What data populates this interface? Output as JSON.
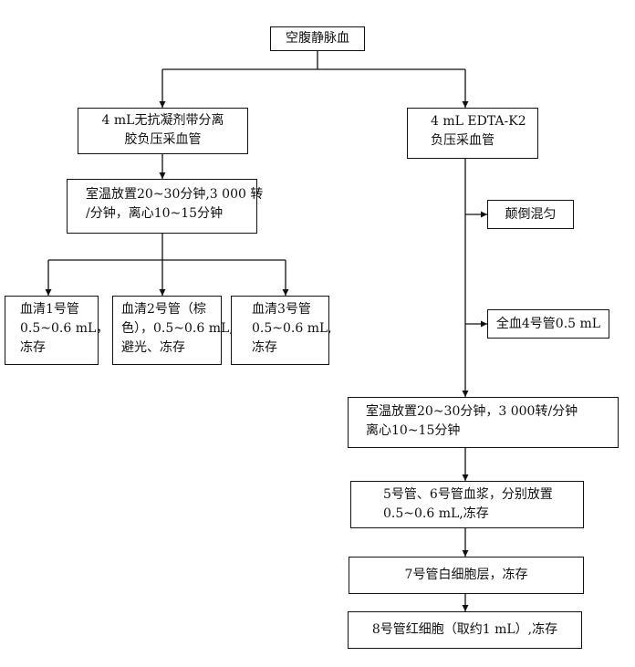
{
  "nodes": {
    "root": [
      "空腹静脉血"
    ],
    "left_tube": [
      "4  mL无抗凝剂带分离",
      "胶负压采血管"
    ],
    "right_tube": [
      "4 mL EDTA-K2",
      "负压采血管"
    ],
    "left_centrifuge": [
      "室温放置20~30分钟,3 000 转",
      "/分钟，离心10~15分钟"
    ],
    "serum1": [
      "血清1号管",
      "0.5~0.6 mL，",
      "冻存"
    ],
    "serum2": [
      "血清2号管（棕",
      "色），0.5~0.6 mL,",
      "避光、冻存"
    ],
    "serum3": [
      "血清3号管",
      "0.5~0.6 mL,",
      "冻存"
    ],
    "invert": [
      "颠倒混匀"
    ],
    "whole_blood": [
      "全血4号管0.5 mL"
    ],
    "right_centrifuge": [
      "室温放置20~30分钟，3 000转/分钟",
      "离心10~15分钟"
    ],
    "plasma": [
      "5号管、6号管血浆，分别放置",
      "0.5~0.6 mL,冻存"
    ],
    "buffy": [
      "7号管白细胞层，冻存"
    ],
    "rbc": [
      "8号管红细胞（取约1 mL）,冻存"
    ]
  }
}
